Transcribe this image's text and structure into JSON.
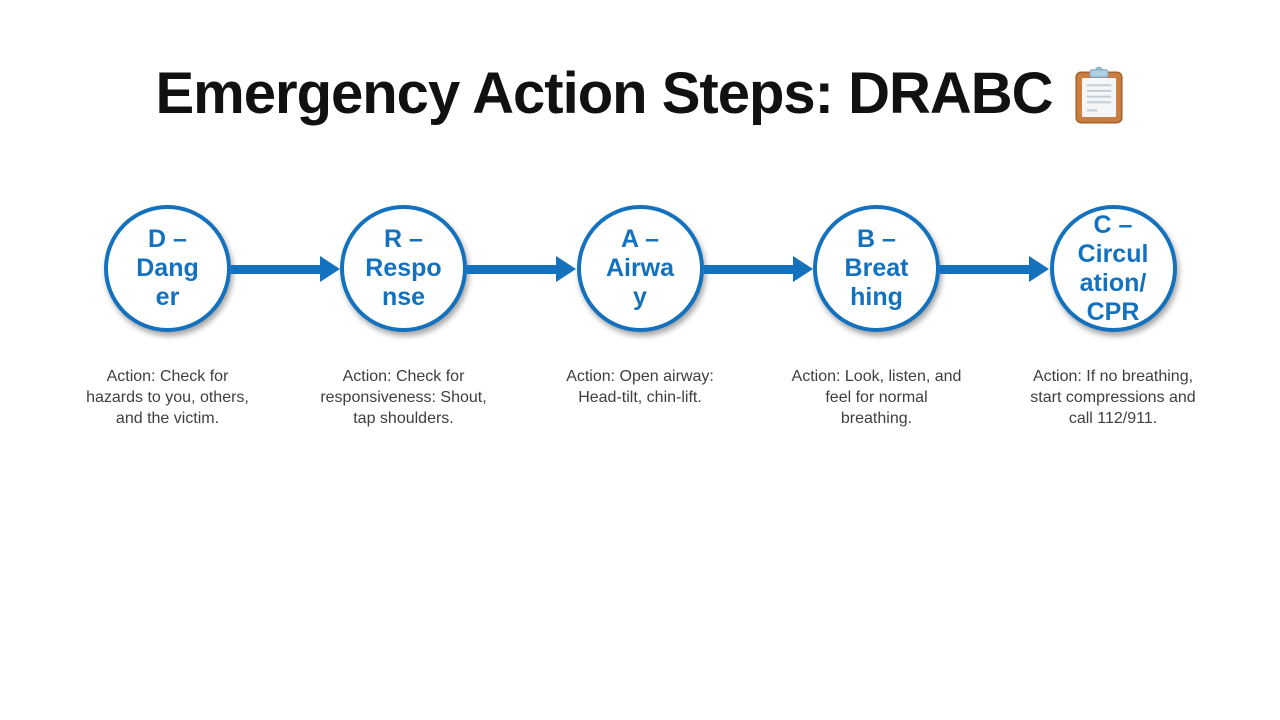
{
  "slide": {
    "title": "Emergency Action Steps: DRABC",
    "title_icon": "clipboard-icon",
    "colors": {
      "accent_blue": "#1371BE",
      "title_text": "#111111",
      "body_text": "#3E3E3E",
      "background": "#FFFFFF"
    }
  },
  "steps": [
    {
      "label_lines": [
        "D –",
        "Dang",
        "er"
      ],
      "action_lines": [
        "Action: Check for",
        "hazards to you, others,",
        "and the victim."
      ]
    },
    {
      "label_lines": [
        "R –",
        "Respo",
        "nse"
      ],
      "action_lines": [
        "Action: Check for",
        "responsiveness: Shout,",
        "tap shoulders."
      ]
    },
    {
      "label_lines": [
        "A –",
        "Airwa",
        "y"
      ],
      "action_lines": [
        "Action: Open airway:",
        "Head-tilt, chin-lift."
      ]
    },
    {
      "label_lines": [
        "B –",
        "Breat",
        "hing"
      ],
      "action_lines": [
        "Action: Look, listen, and",
        "feel for normal",
        "breathing."
      ]
    },
    {
      "label_lines": [
        "C –",
        "Circul",
        "ation/",
        "CPR"
      ],
      "action_lines": [
        "Action: If no breathing,",
        "start compressions and",
        "call 112/911."
      ]
    }
  ]
}
